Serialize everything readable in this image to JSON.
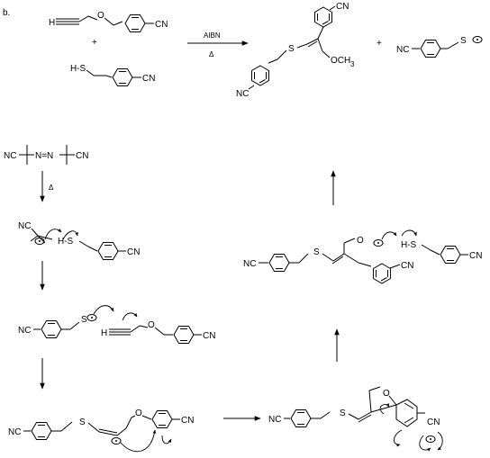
{
  "panel_label": "b.",
  "conditions": {
    "reagent": "AIBN",
    "heat": "Δ"
  },
  "labels": {
    "h": "H",
    "hs": "H-S",
    "hs_bond": "H-S",
    "s": "S",
    "o": "O",
    "och3": "OCH",
    "sub3": "3",
    "cn": "CN",
    "nc": "NC",
    "n": "N",
    "nn": "N=N",
    "plus": "+",
    "delta": "Δ"
  }
}
